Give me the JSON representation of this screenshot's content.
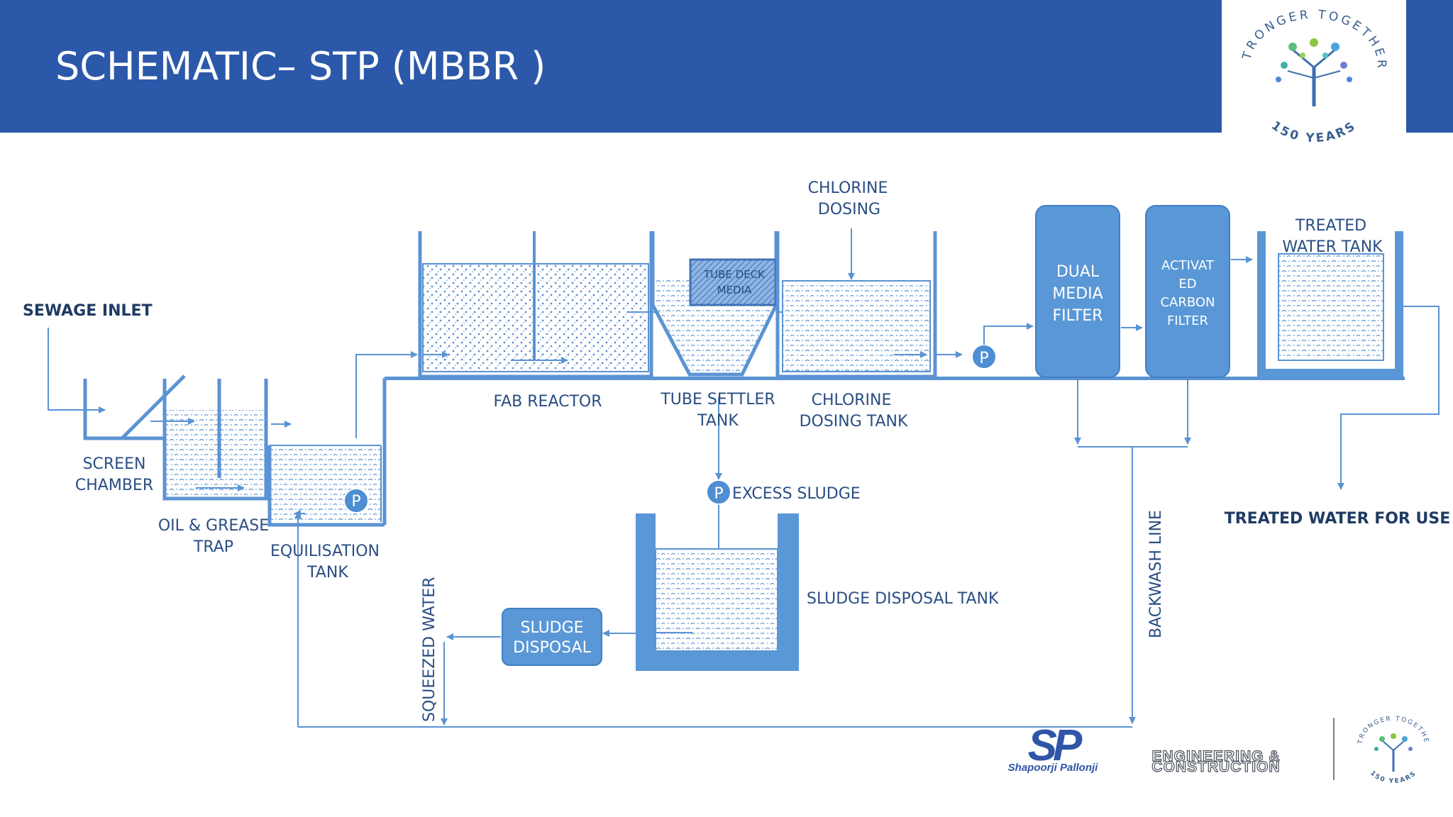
{
  "title": "SCHEMATIC– STP (MBBR )",
  "labels": {
    "sewage_inlet": "SEWAGE INLET",
    "screen_chamber": [
      "SCREEN",
      "CHAMBER"
    ],
    "oil_grease_trap": [
      "OIL & GREASE",
      "TRAP"
    ],
    "equalisation_tank": [
      "EQUILISATION",
      "TANK"
    ],
    "fab_reactor": "FAB REACTOR",
    "tube_settler_tank": [
      "TUBE SETTLER",
      "TANK"
    ],
    "tube_deck_media": [
      "TUBE DECK",
      "MEDIA"
    ],
    "chlorine_dosing": [
      "CHLORINE",
      "DOSING"
    ],
    "chlorine_dosing_tank": [
      "CHLORINE",
      "DOSING TANK"
    ],
    "dual_media_filter": [
      "DUAL",
      "MEDIA",
      "FILTER"
    ],
    "activated_carbon_filter": [
      "ACTIVAT",
      "ED",
      "CARBON",
      "FILTER"
    ],
    "treated_water_tank": [
      "TREATED",
      "WATER TANK"
    ],
    "treated_water_for_use": "TREATED WATER FOR USE",
    "excess_sludge": "EXCESS SLUDGE",
    "sludge_disposal_tank": "SLUDGE DISPOSAL TANK",
    "sludge_disposal": [
      "SLUDGE",
      "DISPOSAL"
    ],
    "squeezed_water": "SQUEEZED WATER",
    "backwash_line": "BACKWASH LINE",
    "pump": "P"
  },
  "logo": {
    "ring_top": "STRONGER TOGETHER",
    "ring_bottom": "150 YEARS"
  },
  "footer": {
    "brand_mark": "SP",
    "brand_name": "Shapoorji Pallonji",
    "division": [
      "ENGINEERING &",
      "CONSTRUCTION"
    ]
  },
  "colors": {
    "header": "#2b58a9",
    "line": "#5b93d3",
    "unit_fill": "#5a97d6",
    "text": "#2a4e83"
  }
}
